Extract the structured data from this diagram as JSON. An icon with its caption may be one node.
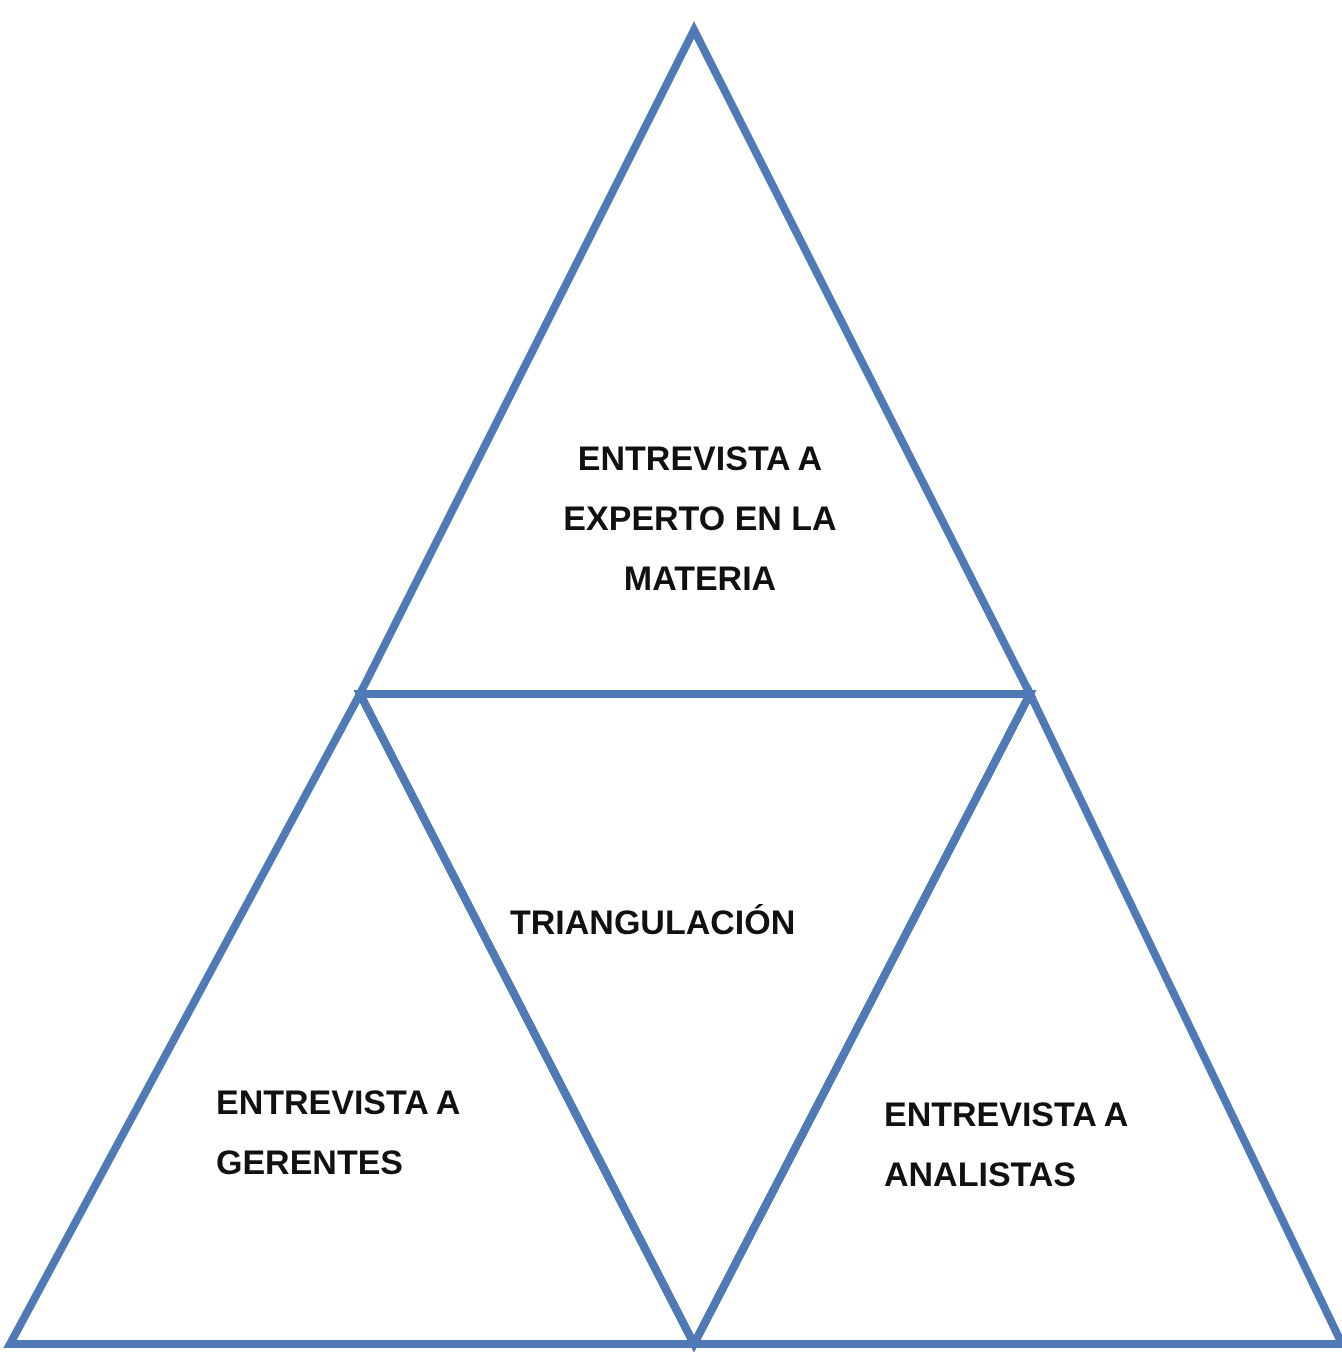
{
  "diagram": {
    "nodes": [
      {
        "text": [
          "ENTREVISTA A EXPERTO EN LA MATERIA"
        ]
      },
      {
        "text": [
          "TRIANGULACIÓN"
        ]
      },
      {
        "text": [
          "ENTREVISTA A GERENTES"
        ]
      },
      {
        "text": [
          "ENTREVISTA A ANALISTAS"
        ]
      }
    ]
  }
}
